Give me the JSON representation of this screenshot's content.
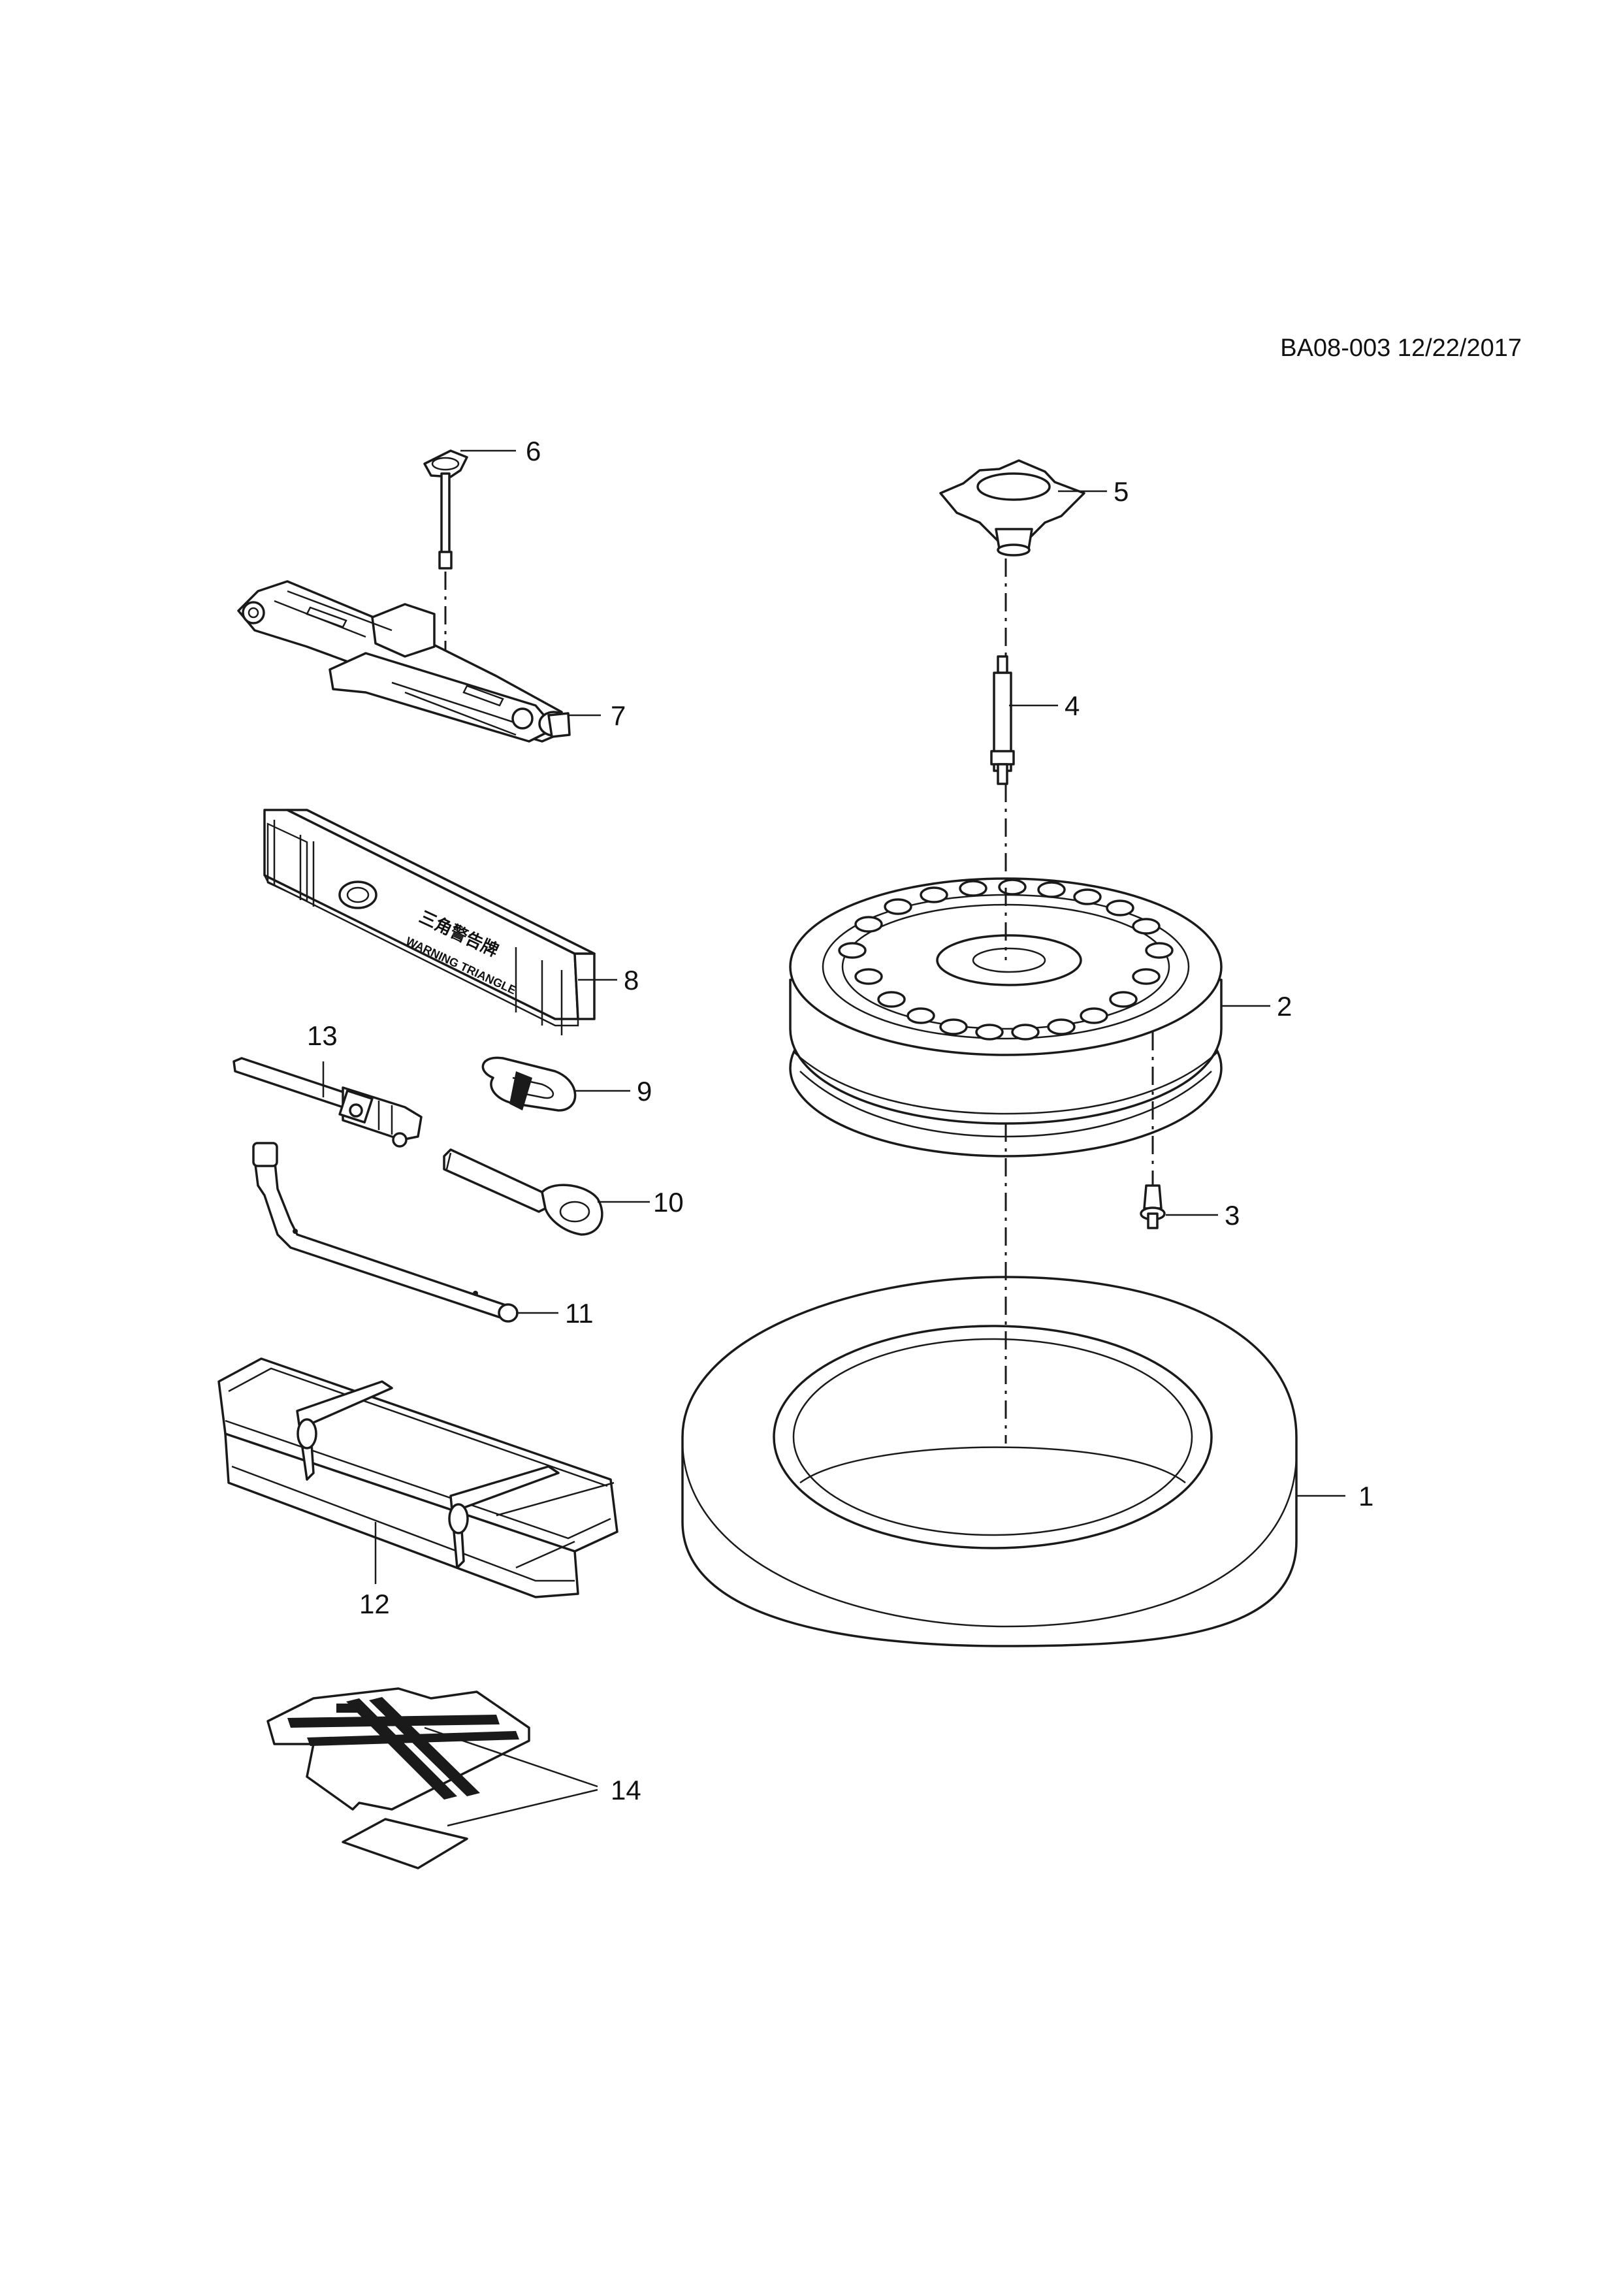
{
  "diagram_ref": "BA08-003 12/22/2017",
  "triangle_case_text": {
    "cn": "三角警告牌",
    "en": "WARNING TRIANGLE"
  },
  "callouts": [
    {
      "id": 1,
      "label": "1"
    },
    {
      "id": 2,
      "label": "2"
    },
    {
      "id": 3,
      "label": "3"
    },
    {
      "id": 4,
      "label": "4"
    },
    {
      "id": 5,
      "label": "5"
    },
    {
      "id": 6,
      "label": "6"
    },
    {
      "id": 7,
      "label": "7"
    },
    {
      "id": 8,
      "label": "8"
    },
    {
      "id": 9,
      "label": "9"
    },
    {
      "id": 10,
      "label": "10"
    },
    {
      "id": 11,
      "label": "11"
    },
    {
      "id": 12,
      "label": "12"
    },
    {
      "id": 13,
      "label": "13"
    },
    {
      "id": 14,
      "label": "14"
    }
  ],
  "parts": [
    {
      "callout": "1",
      "name": "spare-tire"
    },
    {
      "callout": "2",
      "name": "steel-wheel"
    },
    {
      "callout": "3",
      "name": "valve-stem"
    },
    {
      "callout": "4",
      "name": "retaining-bolt"
    },
    {
      "callout": "5",
      "name": "wing-nut"
    },
    {
      "callout": "6",
      "name": "jack-crank-handle"
    },
    {
      "callout": "7",
      "name": "scissor-jack"
    },
    {
      "callout": "8",
      "name": "warning-triangle-case"
    },
    {
      "callout": "9",
      "name": "hook"
    },
    {
      "callout": "10",
      "name": "tow-eye"
    },
    {
      "callout": "11",
      "name": "wheel-wrench"
    },
    {
      "callout": "12",
      "name": "tool-bag"
    },
    {
      "callout": "13",
      "name": "jack-handle-extension"
    },
    {
      "callout": "14",
      "name": "patch-kit"
    }
  ]
}
